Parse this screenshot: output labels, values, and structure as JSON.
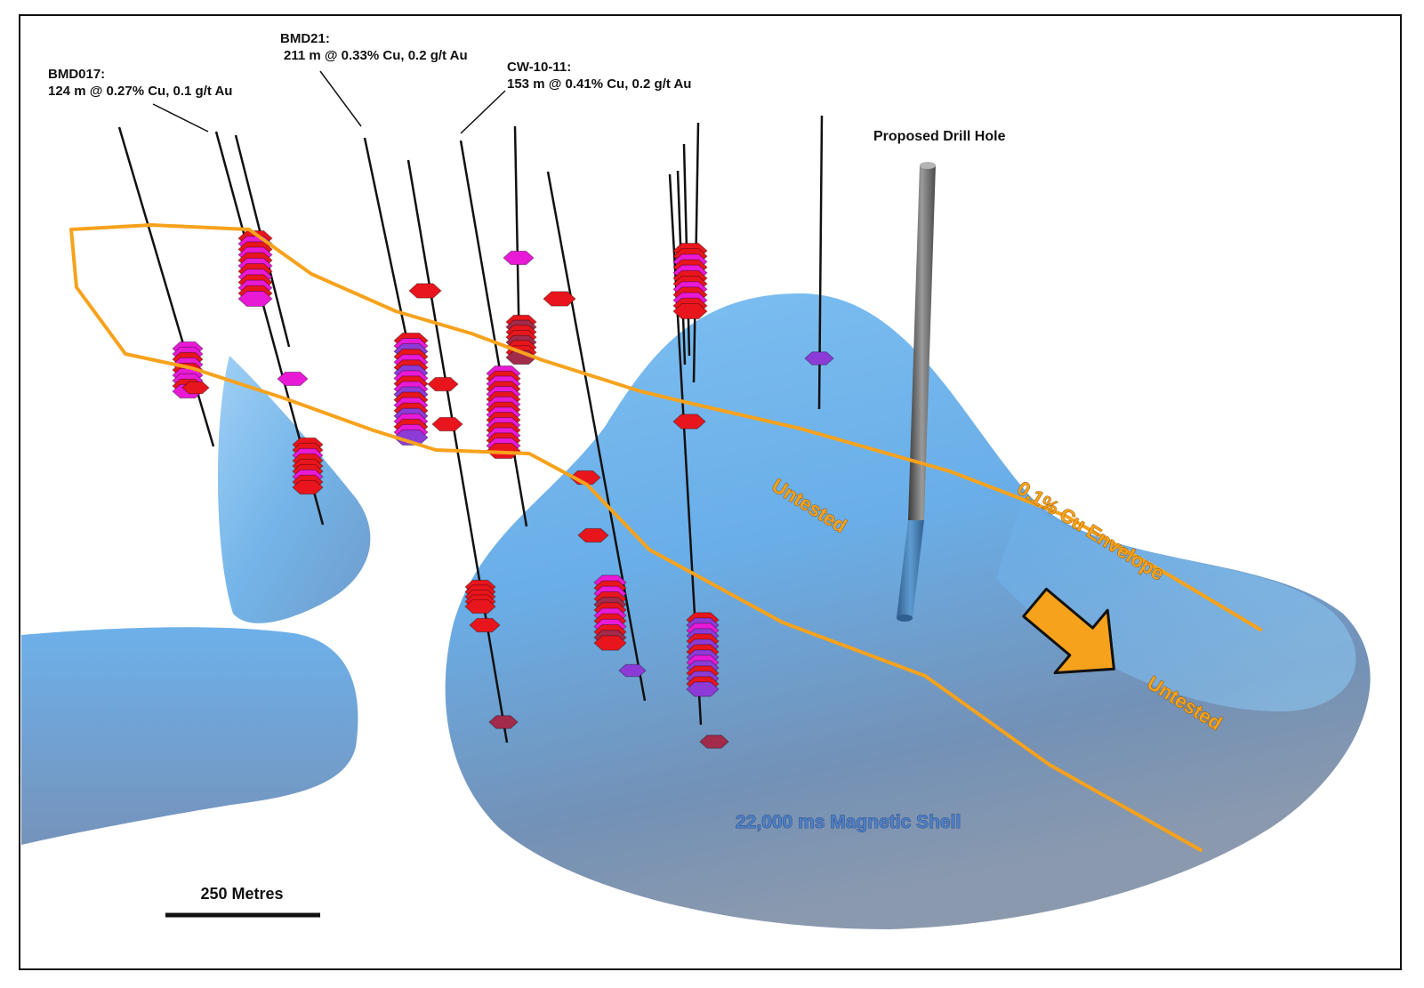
{
  "labels": {
    "bmd017_name": "BMD017:",
    "bmd017_result": "124 m @ 0.27% Cu, 0.1 g/t Au",
    "bmd21_name": "BMD21:",
    "bmd21_result": "211 m @ 0.33% Cu, 0.2 g/t Au",
    "cw_name": "CW-10-11:",
    "cw_result": "153 m @ 0.41% Cu, 0.2 g/t Au",
    "proposed": "Proposed Drill Hole",
    "untested_1": "Untested",
    "untested_2": "Untested",
    "envelope": "0.1% Cu Envelope",
    "shell": "22,000 ms Magnetic Shell",
    "scale": "250 Metres"
  },
  "colors": {
    "shell": "#6fb0e8",
    "shell_dark": "#7a8ea8",
    "envelope": "#f7a21c",
    "arrow": "#f7a21c",
    "high_grade": "#e8161c",
    "medium_grade": "#e81ad6",
    "low_grade": "#8d3bd6",
    "deep_grade": "#a22a4a",
    "hole": "#111111",
    "proposed_hole": "#666666"
  },
  "icons": {
    "direction": "arrow-down-right-icon"
  }
}
